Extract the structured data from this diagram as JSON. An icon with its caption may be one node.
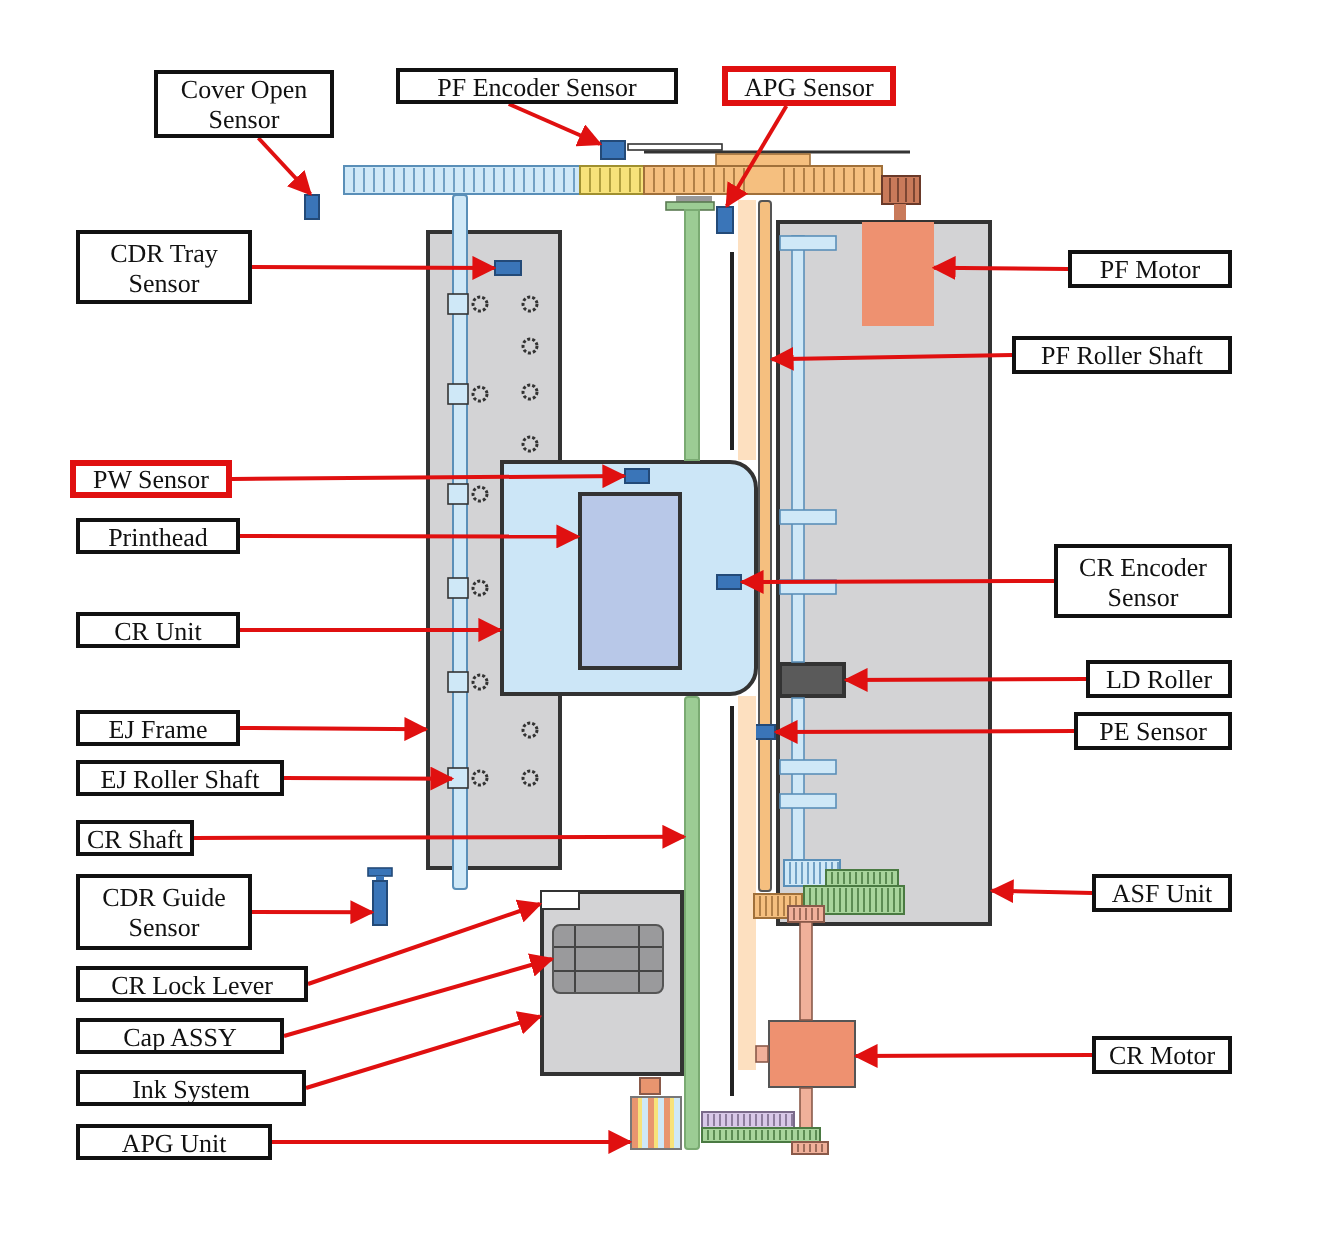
{
  "diagram": {
    "nodes": [
      {
        "text": [
          "Cover Open Sensor"
        ]
      },
      {
        "text": [
          "PF Encoder Sensor"
        ]
      },
      {
        "text": [
          "APG Sensor"
        ]
      },
      {
        "text": [
          "CDR Tray Sensor"
        ]
      },
      {
        "text": [
          "PW Sensor"
        ]
      },
      {
        "text": [
          "Printhead"
        ]
      },
      {
        "text": [
          "CR Unit"
        ]
      },
      {
        "text": [
          "EJ Frame"
        ]
      },
      {
        "text": [
          "EJ Roller Shaft"
        ]
      },
      {
        "text": [
          "CR Shaft"
        ]
      },
      {
        "text": [
          "CDR Guide Sensor"
        ]
      },
      {
        "text": [
          "CR Lock Lever"
        ]
      },
      {
        "text": [
          "Cap ASSY"
        ]
      },
      {
        "text": [
          "Ink System"
        ]
      },
      {
        "text": [
          "APG Unit"
        ]
      },
      {
        "text": [
          "PF Motor"
        ]
      },
      {
        "text": [
          "PF Roller Shaft"
        ]
      },
      {
        "text": [
          "CR Encoder Sensor"
        ]
      },
      {
        "text": [
          "LD Roller"
        ]
      },
      {
        "text": [
          "PE Sensor"
        ]
      },
      {
        "text": [
          "ASF Unit"
        ]
      },
      {
        "text": [
          "CR Motor"
        ]
      },
      {
        "text": [],
        "shape": "box"
      },
      {
        "text": [],
        "shape": "box"
      },
      {
        "text": [],
        "shape": "box"
      },
      {
        "text": [],
        "shape": "box"
      },
      {
        "text": [],
        "shape": "box",
        "in": 25
      },
      {
        "text": [],
        "shape": "box"
      },
      {
        "text": [],
        "shape": "box",
        "in": 27
      },
      {
        "text": [],
        "shape": "box",
        "in": 27
      },
      {
        "text": [],
        "shape": "box",
        "in": 27
      },
      {
        "text": [],
        "shape": "bar"
      },
      {
        "text": [],
        "shape": "bar"
      },
      {
        "text": [],
        "shape": "box"
      },
      {
        "text": [],
        "shape": "box"
      },
      {
        "text": [],
        "shape": "box",
        "in": 34
      },
      {
        "text": [],
        "shape": "box",
        "in": 34
      },
      {
        "text": [],
        "shape": "gear"
      },
      {
        "text": [],
        "shape": "box"
      },
      {
        "text": [],
        "shape": "box",
        "in": 38
      },
      {
        "text": [],
        "shape": "bar"
      },
      {
        "text": [],
        "shape": "box",
        "in": 38
      },
      {
        "text": [],
        "shape": "box"
      },
      {
        "text": [],
        "shape": "box"
      }
    ],
    "edges": [
      {
        "from": 0,
        "to": 22,
        "arrow": "to"
      },
      {
        "from": 1,
        "to": 23,
        "arrow": "to"
      },
      {
        "from": 2,
        "to": 24,
        "arrow": "to"
      },
      {
        "from": 3,
        "to": 26,
        "arrow": "to"
      },
      {
        "from": 4,
        "to": 28,
        "arrow": "to"
      },
      {
        "from": 5,
        "to": 29,
        "arrow": "to"
      },
      {
        "from": 6,
        "to": 27,
        "arrow": "to"
      },
      {
        "from": 7,
        "to": 25,
        "arrow": "to"
      },
      {
        "from": 8,
        "to": 31,
        "arrow": "to"
      },
      {
        "from": 9,
        "to": 32,
        "arrow": "to"
      },
      {
        "from": 10,
        "to": 33,
        "arrow": "to"
      },
      {
        "from": 11,
        "to": 35,
        "arrow": "to"
      },
      {
        "from": 12,
        "to": 36,
        "arrow": "to"
      },
      {
        "from": 13,
        "to": 34,
        "arrow": "to"
      },
      {
        "from": 14,
        "to": 37,
        "arrow": "to"
      },
      {
        "from": 15,
        "to": 39,
        "arrow": "to"
      },
      {
        "from": 16,
        "to": 40,
        "arrow": "to"
      },
      {
        "from": 17,
        "to": 30,
        "arrow": "to"
      },
      {
        "from": 18,
        "to": 41,
        "arrow": "to"
      },
      {
        "from": 19,
        "to": 42,
        "arrow": "to"
      },
      {
        "from": 20,
        "to": 38,
        "arrow": "to"
      },
      {
        "from": 21,
        "to": 43,
        "arrow": "to"
      }
    ]
  }
}
